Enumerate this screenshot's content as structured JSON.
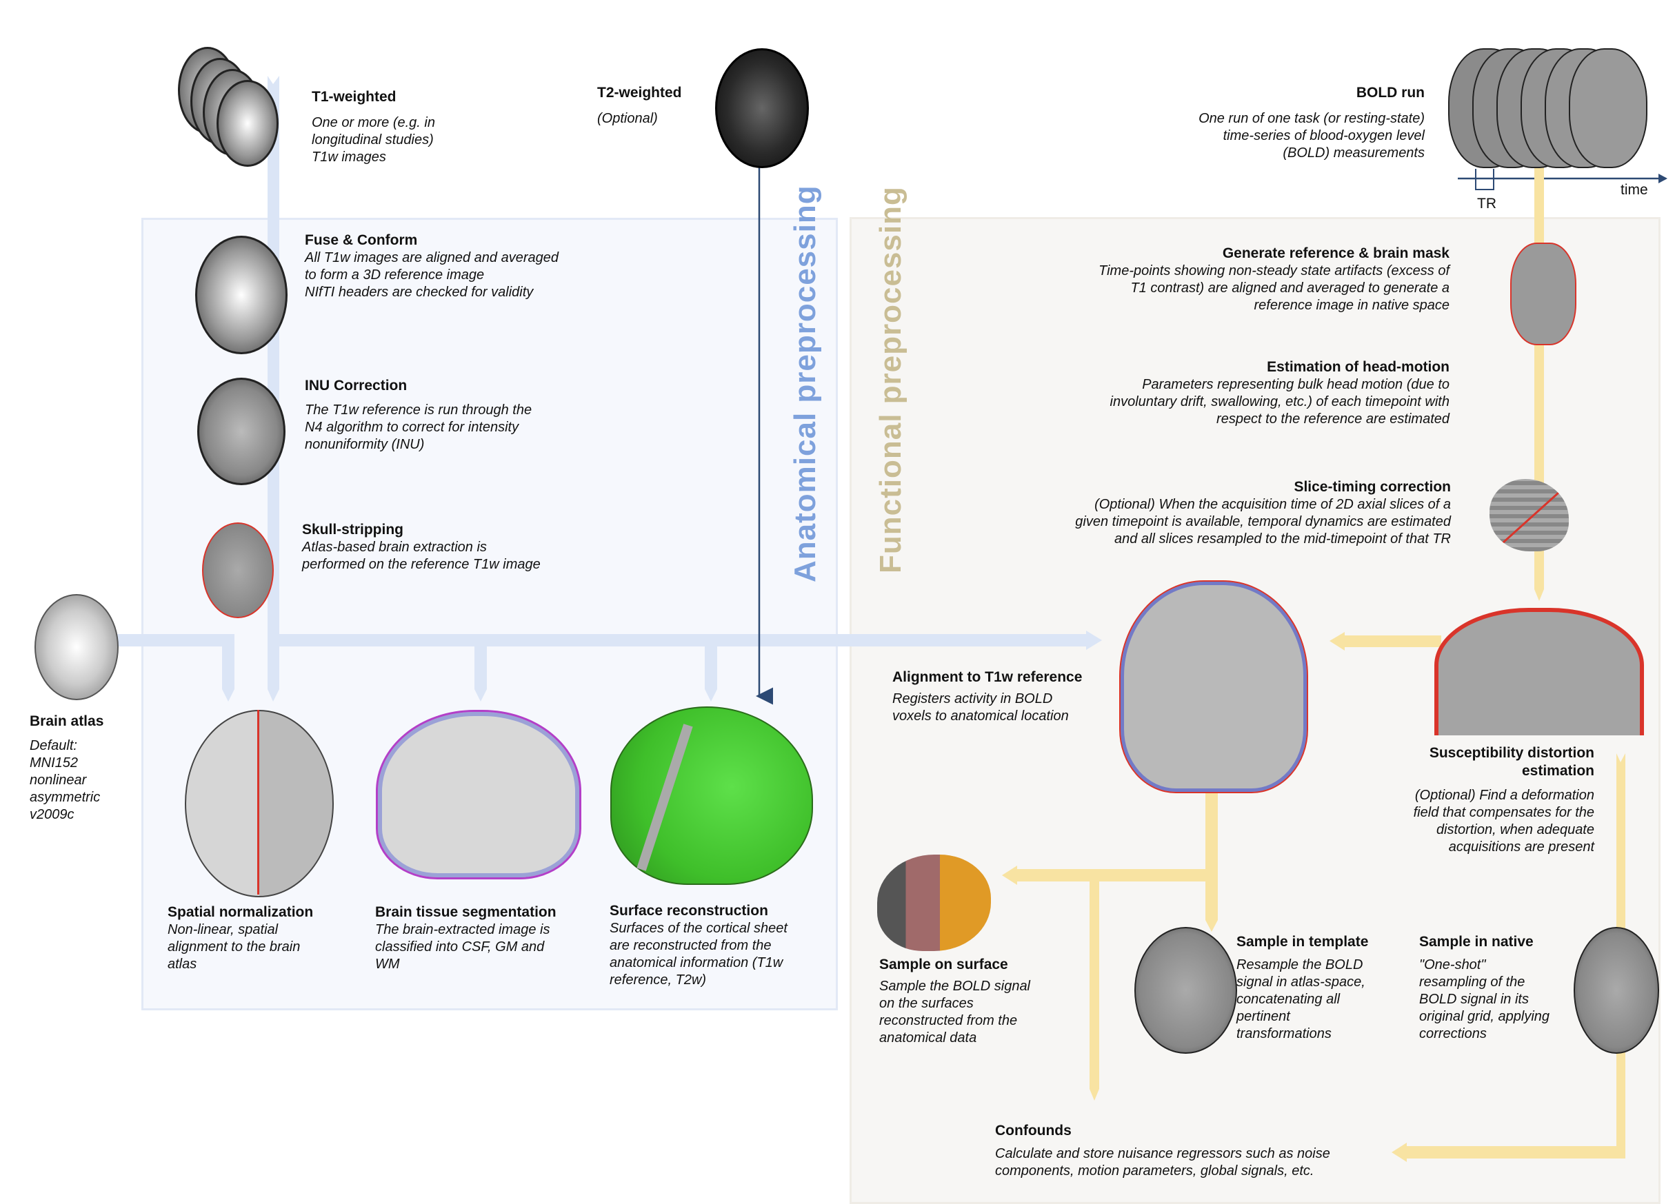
{
  "colors": {
    "anatomical_flow": "#dbe5f6",
    "functional_flow": "#f8e3a2",
    "anatomical_label": "#7ea1dc",
    "functional_label": "#c9bd94",
    "t2_arrow": "#2d4a74",
    "mask_outline": "#d9342a",
    "seg_wm": "#2b3bd6",
    "seg_gm": "#b33fc8",
    "surface_green": "#4fd13a"
  },
  "sections": {
    "anatomical": "Anatomical preprocessing",
    "functional": "Functional preprocessing"
  },
  "inputs": {
    "t1": {
      "title": "T1-weighted",
      "desc": [
        "One or more (e.g. in",
        "longitudinal studies)",
        "T1w images"
      ],
      "icon": "brain-stack-icon"
    },
    "t2": {
      "title": "T2-weighted",
      "desc": [
        "(Optional)"
      ],
      "icon": "brain-t2-icon"
    },
    "bold": {
      "title": "BOLD run",
      "desc": [
        "One run of one task (or resting-state)",
        "time-series of blood-oxygen level",
        "(BOLD) measurements"
      ],
      "axis_label": "time",
      "tr_label": "TR",
      "icon": "bold-series-icon"
    },
    "atlas": {
      "title": "Brain atlas",
      "desc": [
        "Default:",
        "MNI152",
        "nonlinear",
        "asymmetric",
        "v2009c"
      ],
      "icon": "atlas-brain-icon"
    }
  },
  "anatomical_steps": [
    {
      "title": "Fuse & Conform",
      "desc": [
        "All T1w images are aligned and averaged",
        "to form a 3D reference image",
        "NIfTI headers are checked for validity"
      ]
    },
    {
      "title": "INU Correction",
      "desc": [
        "The T1w reference is run through the",
        "N4 algorithm to correct for intensity",
        "nonuniformity (INU)"
      ]
    },
    {
      "title": "Skull-stripping",
      "desc": [
        "Atlas-based brain extraction is",
        "performed on the reference T1w image"
      ]
    },
    {
      "title": "Spatial normalization",
      "desc": [
        "Non-linear, spatial",
        "alignment to the brain",
        "atlas"
      ]
    },
    {
      "title": "Brain tissue segmentation",
      "desc": [
        "The brain-extracted image is",
        "classified into CSF, GM and",
        "WM"
      ]
    },
    {
      "title": "Surface reconstruction",
      "desc": [
        "Surfaces of the cortical sheet",
        "are reconstructed from the",
        "anatomical information (T1w",
        "reference, T2w)"
      ]
    }
  ],
  "functional_steps": [
    {
      "title": "Generate reference & brain mask",
      "desc": [
        "Time-points showing non-steady state artifacts (excess of",
        "T1 contrast) are aligned and averaged to generate a",
        "reference image in native space"
      ]
    },
    {
      "title": "Estimation of head-motion",
      "desc": [
        "Parameters representing bulk head motion (due to",
        "involuntary drift, swallowing, etc.) of each timepoint with",
        "respect to the reference are estimated"
      ]
    },
    {
      "title": "Slice-timing correction",
      "desc": [
        "(Optional) When the acquisition time of 2D axial slices of a",
        "given timepoint is available, temporal dynamics are estimated",
        "and all slices resampled to the mid-timepoint of that TR"
      ]
    },
    {
      "title": "Alignment to T1w reference",
      "desc": [
        "Registers activity in BOLD",
        "voxels to anatomical location"
      ]
    },
    {
      "title": "Susceptibility distortion estimation",
      "title_lines": [
        "Susceptibility distortion",
        "estimation"
      ],
      "desc": [
        "(Optional) Find a deformation",
        "field that compensates for the",
        "distortion, when adequate",
        "acquisitions are present"
      ]
    },
    {
      "title": "Sample on surface",
      "desc": [
        "Sample the BOLD signal",
        "on the surfaces",
        "reconstructed from the",
        "anatomical data"
      ]
    },
    {
      "title": "Sample in template",
      "desc": [
        "Resample the BOLD",
        "signal in atlas-space,",
        "concatenating all",
        "pertinent",
        "transformations"
      ]
    },
    {
      "title": "Sample in native",
      "desc": [
        "\"One-shot\"",
        "resampling of the",
        "BOLD signal in its",
        "original grid, applying",
        "corrections"
      ]
    },
    {
      "title": "Confounds",
      "desc": [
        "Calculate and store nuisance regressors such as noise",
        "components, motion parameters, global signals, etc."
      ]
    }
  ]
}
